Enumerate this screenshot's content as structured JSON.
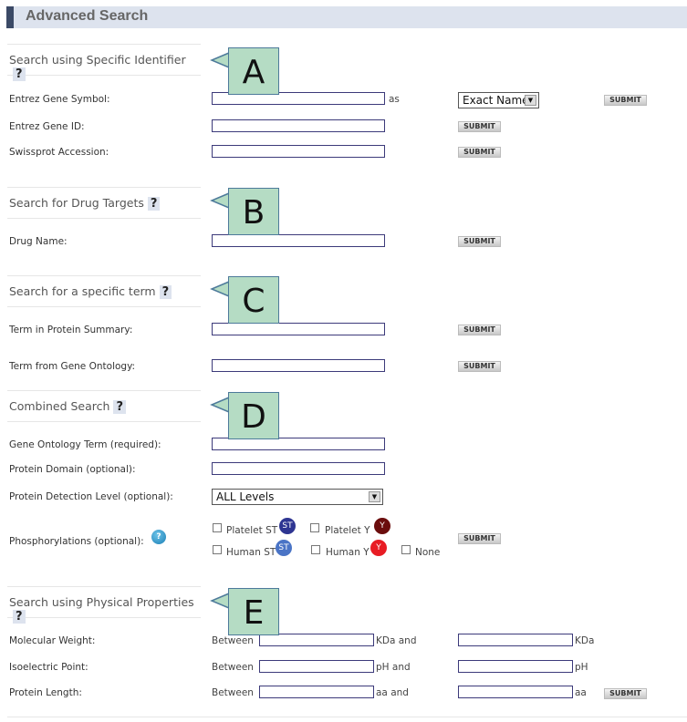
{
  "title": "Advanced Search",
  "help": "?",
  "submit": "SUBMIT",
  "sections": {
    "a": {
      "title": "Search using Specific Identifier",
      "callout": "A",
      "rows": [
        "Entrez Gene Symbol:",
        "Entrez Gene ID:",
        "Swissprot Accession:"
      ],
      "as": "as",
      "match_select": "Exact Name"
    },
    "b": {
      "title": "Search for Drug Targets",
      "callout": "B",
      "rows": [
        "Drug Name:"
      ]
    },
    "c": {
      "title": "Search for a specific term",
      "callout": "C",
      "rows": [
        "Term in Protein Summary:",
        "Term from Gene Ontology:"
      ]
    },
    "d": {
      "title": "Combined Search",
      "callout": "D",
      "rows": [
        "Gene Ontology Term (required):",
        "Protein Domain (optional):",
        "Protein Detection Level (optional):",
        "Phosphorylations (optional):"
      ],
      "level_select": "ALL Levels",
      "phospho": [
        {
          "label": "Platelet ST",
          "badge": "ST",
          "color": "#2e3592"
        },
        {
          "label": "Platelet Y",
          "badge": "Y",
          "color": "#6b0d0d"
        },
        {
          "label": "Human ST",
          "badge": "ST",
          "color": "#4a74c6"
        },
        {
          "label": "Human Y",
          "badge": "Y",
          "color": "#e81c24"
        },
        {
          "label": "None"
        }
      ]
    },
    "e": {
      "title": "Search using Physical Properties",
      "callout": "E",
      "between": "Between",
      "rows": [
        {
          "label": "Molecular Weight:",
          "mid": "KDa and",
          "unit": "KDa"
        },
        {
          "label": "Isoelectric Point:",
          "mid": "pH and",
          "unit": "pH"
        },
        {
          "label": "Protein Length:",
          "mid": "aa and",
          "unit": "aa"
        }
      ]
    }
  }
}
